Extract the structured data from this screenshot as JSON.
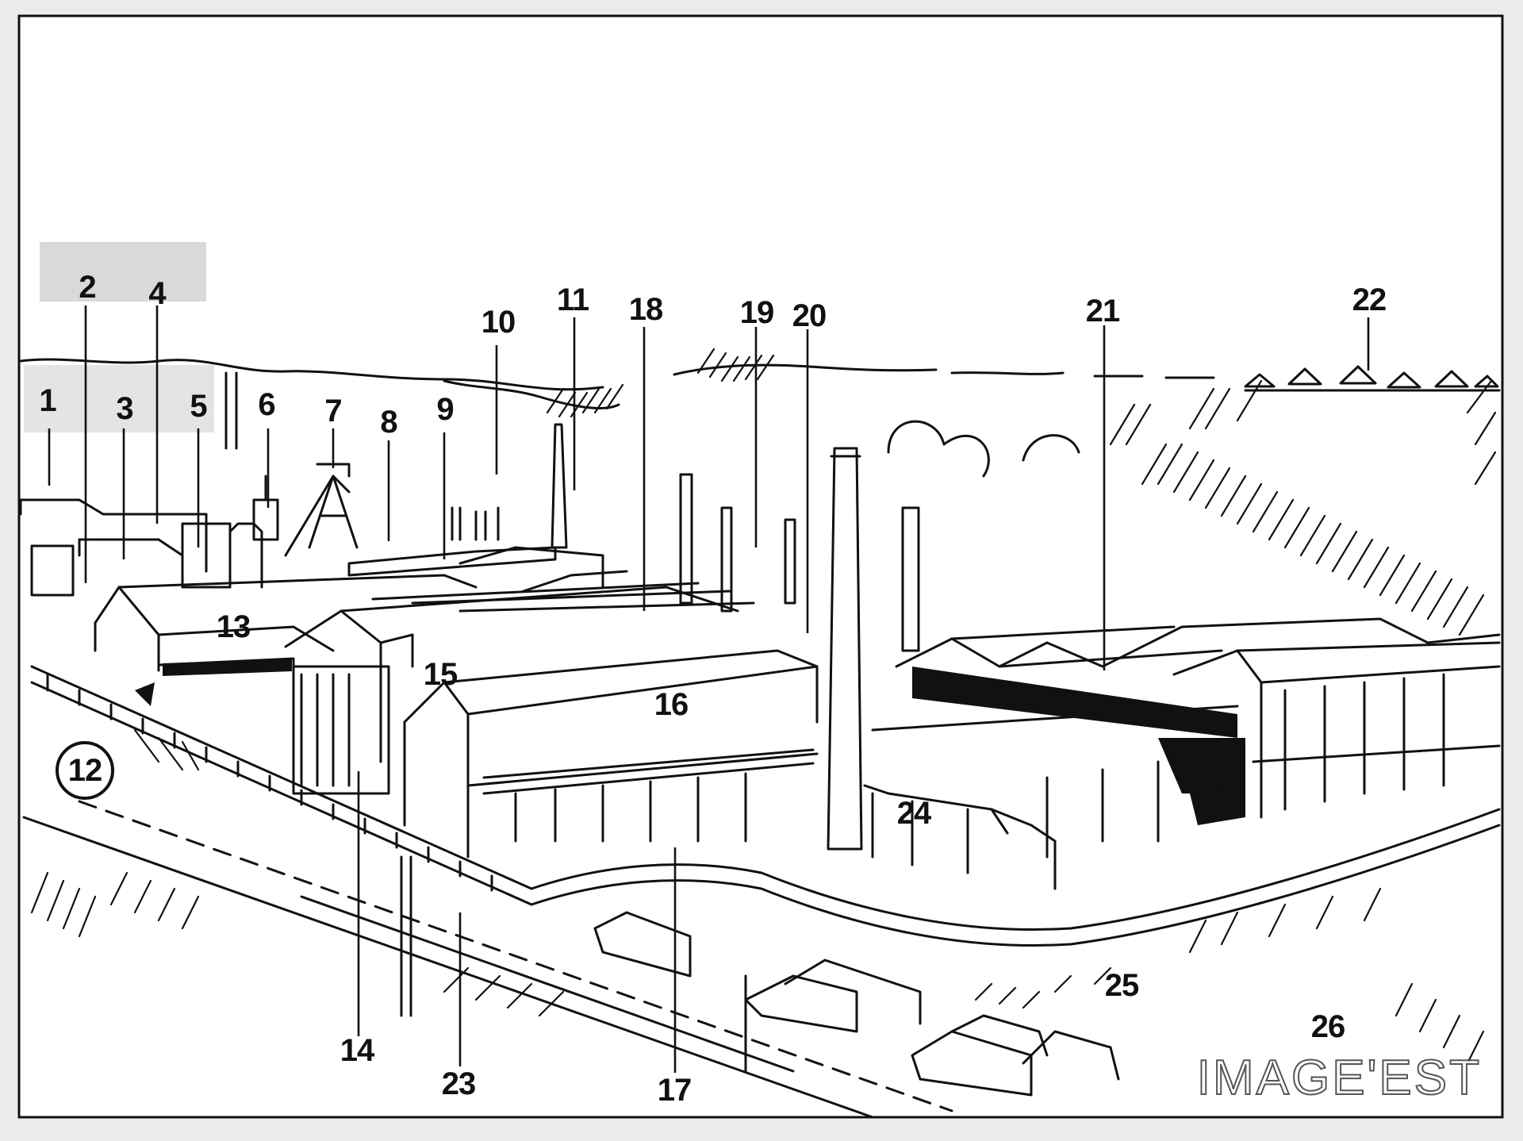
{
  "drawing": {
    "labels": {
      "l1": "1",
      "l2": "2",
      "l3": "3",
      "l4": "4",
      "l5": "5",
      "l6": "6",
      "l7": "7",
      "l8": "8",
      "l9": "9",
      "l10": "10",
      "l11": "11",
      "l12": "12",
      "l13": "13",
      "l14": "14",
      "l15": "15",
      "l16": "16",
      "l17": "17",
      "l18": "18",
      "l19": "19",
      "l20": "20",
      "l21": "21",
      "l22": "22",
      "l23": "23",
      "l24": "24",
      "l25": "25",
      "l26": "26"
    },
    "watermark": "IMAGE'EST"
  }
}
